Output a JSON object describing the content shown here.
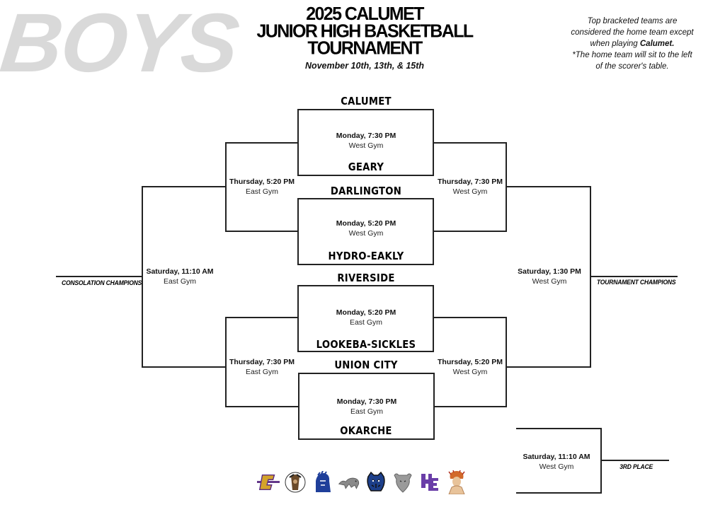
{
  "header": {
    "watermark": "BOYS",
    "title_lines": [
      "2025 CALUMET",
      "JUNIOR HIGH BASKETBALL",
      "TOURNAMENT"
    ],
    "dates": "November 10th, 13th, & 15th",
    "note": {
      "line1": "Top bracketed teams are",
      "line2": "considered the home team except",
      "line3_prefix": "when playing ",
      "line3_bold": "Calumet.",
      "line4": "*The home team will sit to the left",
      "line5": "of the scorer's table."
    }
  },
  "round1": [
    {
      "top_team": "CALUMET",
      "bottom_team": "GEARY",
      "time": "Monday, 7:30 PM",
      "gym": "West Gym"
    },
    {
      "top_team": "DARLINGTON",
      "bottom_team": "HYDRO-EAKLY",
      "time": "Monday, 5:20 PM",
      "gym": "West Gym"
    },
    {
      "top_team": "RIVERSIDE",
      "bottom_team": "LOOKEBA-SICKLES",
      "time": "Monday, 5:20 PM",
      "gym": "East Gym"
    },
    {
      "top_team": "UNION CITY",
      "bottom_team": "OKARCHE",
      "time": "Monday, 7:30 PM",
      "gym": "East Gym"
    }
  ],
  "consolation_round": [
    {
      "time": "Thursday, 5:20 PM",
      "gym": "East Gym"
    },
    {
      "time": "Thursday, 7:30 PM",
      "gym": "East Gym"
    }
  ],
  "winners_round": [
    {
      "time": "Thursday, 7:30 PM",
      "gym": "West Gym"
    },
    {
      "time": "Thursday, 5:20 PM",
      "gym": "West Gym"
    }
  ],
  "consolation_final": {
    "time": "Saturday, 11:10 AM",
    "gym": "East Gym",
    "label": "CONSOLATION CHAMPIONS"
  },
  "championship_final": {
    "time": "Saturday, 1:30 PM",
    "gym": "West Gym",
    "label": "TOURNAMENT CHAMPIONS"
  },
  "third_place": {
    "time": "Saturday, 11:10 AM",
    "gym": "West Gym",
    "label": "3RD PLACE"
  },
  "logos": [
    {
      "name": "calumet-logo",
      "glyph": "C",
      "color": "#d4a32a",
      "accent": "#5b2c83"
    },
    {
      "name": "riverside-logo",
      "glyph": "R",
      "color": "#6b4a2a",
      "accent": "#222222"
    },
    {
      "name": "darlington-logo",
      "glyph": "D",
      "color": "#1f3f9a",
      "accent": "#ffffff"
    },
    {
      "name": "panther-logo",
      "glyph": "P",
      "color": "#808080",
      "accent": "#555555"
    },
    {
      "name": "tiger-logo",
      "glyph": "T",
      "color": "#1d3f8a",
      "accent": "#111111"
    },
    {
      "name": "bison-logo",
      "glyph": "B",
      "color": "#9a9a9a",
      "accent": "#666666"
    },
    {
      "name": "hydro-eakly-logo",
      "glyph": "HE",
      "color": "#6a3ea8",
      "accent": "#ffffff"
    },
    {
      "name": "chief-logo",
      "glyph": "I",
      "color": "#d2692a",
      "accent": "#e8c39a"
    }
  ]
}
